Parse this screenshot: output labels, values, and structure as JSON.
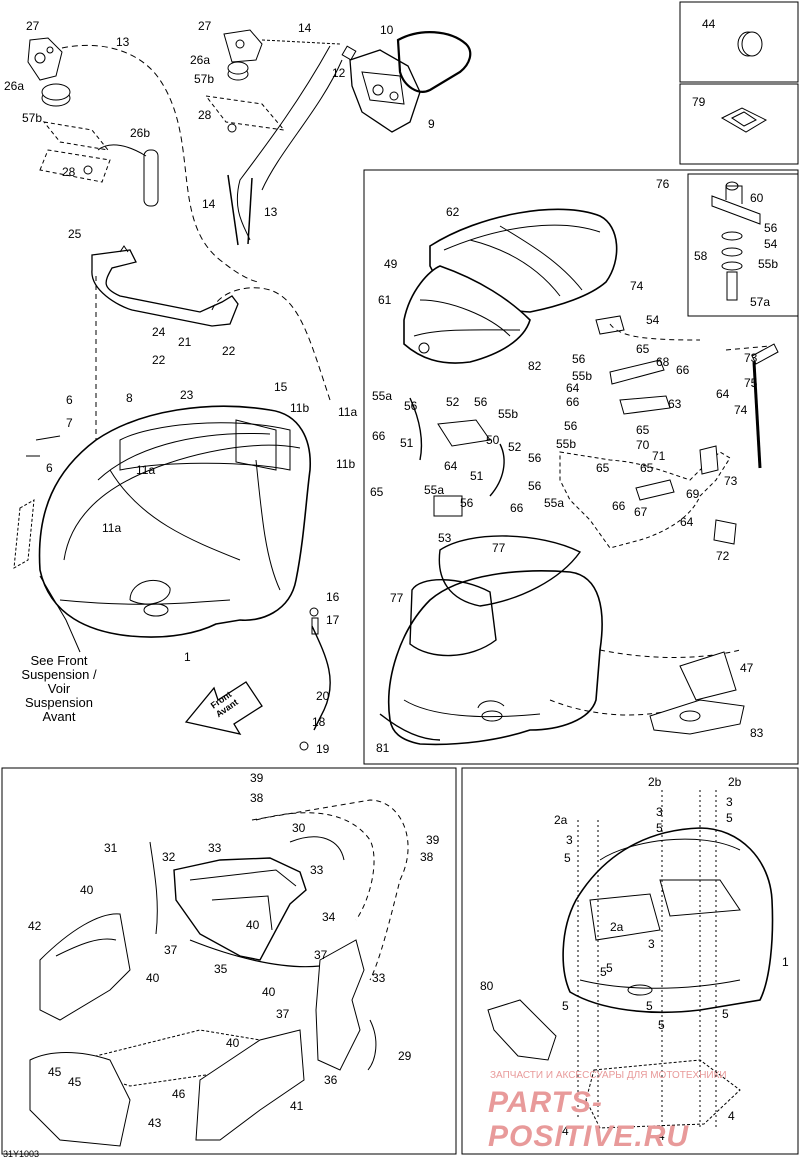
{
  "drawing_code": "31Y1003",
  "front_note": "See Front\nSuspension /\nVoir\nSuspension\nAvant",
  "front_arrow_label": "Front\nAvant",
  "watermark": {
    "caption": "ЗАПЧАСТИ И АКСЕССУАРЫ ДЛЯ МОТОТЕХНИКИ",
    "logo_text": "PARTS-POSITIVE.RU"
  },
  "callouts": {
    "a1": "27",
    "a2": "26a",
    "a3": "57b",
    "a4": "28",
    "a5": "13",
    "a6": "26b",
    "a7": "27",
    "a8": "26a",
    "a9": "57b",
    "a10": "28",
    "a11": "14",
    "a12": "12",
    "a13": "10",
    "a14": "9",
    "a15": "14",
    "a16": "13",
    "a17": "25",
    "a18": "24",
    "a19": "21",
    "a20": "22",
    "a21": "22",
    "a22": "23",
    "a23": "15",
    "a24": "6",
    "a25": "8",
    "a26": "7",
    "a27": "6",
    "a28": "11b",
    "a29": "11a",
    "a30": "11b",
    "a31": "11a",
    "a32": "11a",
    "a33": "1",
    "a34": "16",
    "a35": "17",
    "a36": "20",
    "a37": "18",
    "a38": "19",
    "b1": "76",
    "b2": "62",
    "b3": "49",
    "b4": "61",
    "b5": "60",
    "b6": "56",
    "b7": "54",
    "b8": "58",
    "b9": "55b",
    "b10": "57a",
    "b11": "74",
    "b12": "54",
    "b13": "73",
    "b14": "75",
    "b15": "65",
    "b16": "68",
    "b17": "56",
    "b18": "55b",
    "b19": "82",
    "b20": "66",
    "b21": "64",
    "b22": "66",
    "b23": "63",
    "b24": "64",
    "b25": "74",
    "b26": "56",
    "b27": "55b",
    "b28": "65",
    "b29": "70",
    "b30": "71",
    "b31": "65",
    "b32": "73",
    "b33": "69",
    "b34": "66",
    "b35": "67",
    "b36": "64",
    "b37": "72",
    "b38": "55a",
    "b39": "56",
    "b40": "52",
    "b41": "56",
    "b42": "55b",
    "b43": "66",
    "b44": "51",
    "b45": "50",
    "b46": "52",
    "b47": "56",
    "b48": "64",
    "b49": "51",
    "b50": "65",
    "b51": "55a",
    "b52": "56",
    "b53": "55a",
    "b54": "66",
    "b55": "53",
    "b56": "77",
    "b57": "77",
    "b58": "47",
    "b59": "83",
    "b60": "81",
    "b61": "65",
    "b62": "56",
    "c1": "44",
    "c2": "79",
    "d1": "39",
    "d2": "38",
    "d3": "30",
    "d4": "39",
    "d5": "38",
    "d6": "31",
    "d7": "32",
    "d8": "33",
    "d9": "33",
    "d10": "34",
    "d11": "40",
    "d12": "42",
    "d13": "40",
    "d14": "37",
    "d15": "35",
    "d16": "40",
    "d17": "37",
    "d18": "33",
    "d19": "40",
    "d20": "37",
    "d21": "46",
    "d22": "40",
    "d23": "29",
    "d24": "36",
    "d25": "45",
    "d26": "45",
    "d27": "43",
    "d28": "41",
    "e1": "2b",
    "e2": "2b",
    "e3": "2a",
    "e4": "3",
    "e5": "3",
    "e6": "5",
    "e7": "3",
    "e8": "5",
    "e9": "5",
    "e10": "5",
    "e11": "2a",
    "e12": "3",
    "e13": "5",
    "e14": "1",
    "e15": "80",
    "e16": "5",
    "e17": "5",
    "e18": "5",
    "e19": "5",
    "e20": "4",
    "e21": "4",
    "e22": "4"
  }
}
